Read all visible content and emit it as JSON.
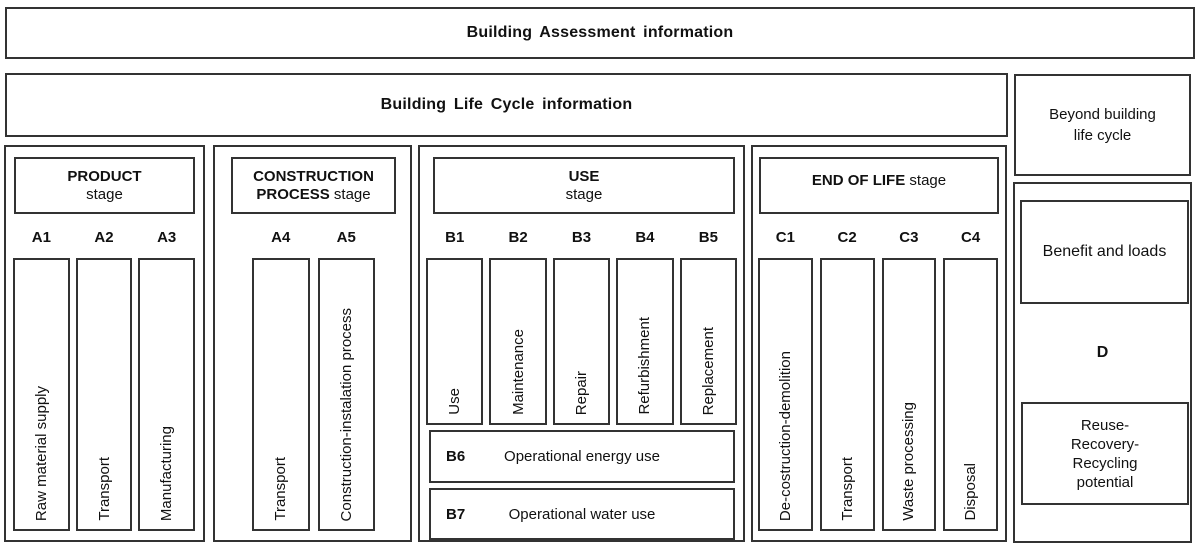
{
  "banners": {
    "assessment": "Building Assessment information",
    "lifecycle": "Building Life Cycle information",
    "beyond_lines": [
      "Beyond building",
      "life cycle"
    ]
  },
  "stages": {
    "product": {
      "title": "PRODUCT",
      "subtitle": "stage",
      "columns": [
        {
          "code": "A1",
          "label": "Raw material supply"
        },
        {
          "code": "A2",
          "label": "Transport"
        },
        {
          "code": "A3",
          "label": "Manufacturing"
        }
      ]
    },
    "construction": {
      "title_line1": "CONSTRUCTION",
      "title_line2_bold": "PROCESS",
      "title_line2_rest": "stage",
      "columns": [
        {
          "code": "A4",
          "label": "Transport"
        },
        {
          "code": "A5",
          "label": "Construction-instalation process"
        }
      ]
    },
    "use": {
      "title": "USE",
      "subtitle": "stage",
      "columns": [
        {
          "code": "B1",
          "label": "Use"
        },
        {
          "code": "B2",
          "label": "Maintenance"
        },
        {
          "code": "B3",
          "label": "Repair"
        },
        {
          "code": "B4",
          "label": "Refurbishment"
        },
        {
          "code": "B5",
          "label": "Replacement"
        }
      ],
      "rows": [
        {
          "code": "B6",
          "label": "Operational energy use"
        },
        {
          "code": "B7",
          "label": "Operational water use"
        }
      ]
    },
    "end_of_life": {
      "title_bold": "END OF LIFE",
      "title_rest": "stage",
      "columns": [
        {
          "code": "C1",
          "label": "De-costruction-demolition"
        },
        {
          "code": "C2",
          "label": "Transport"
        },
        {
          "code": "C3",
          "label": "Waste processing"
        },
        {
          "code": "C4",
          "label": "Disposal"
        }
      ]
    }
  },
  "beyond_section": {
    "benefit": "Benefit and loads",
    "d": "D",
    "reuse_lines": [
      "Reuse-",
      "Recovery-",
      "Recycling",
      "potential"
    ]
  },
  "colors": {
    "border": "#333333",
    "text": "#111111",
    "background": "#ffffff"
  }
}
